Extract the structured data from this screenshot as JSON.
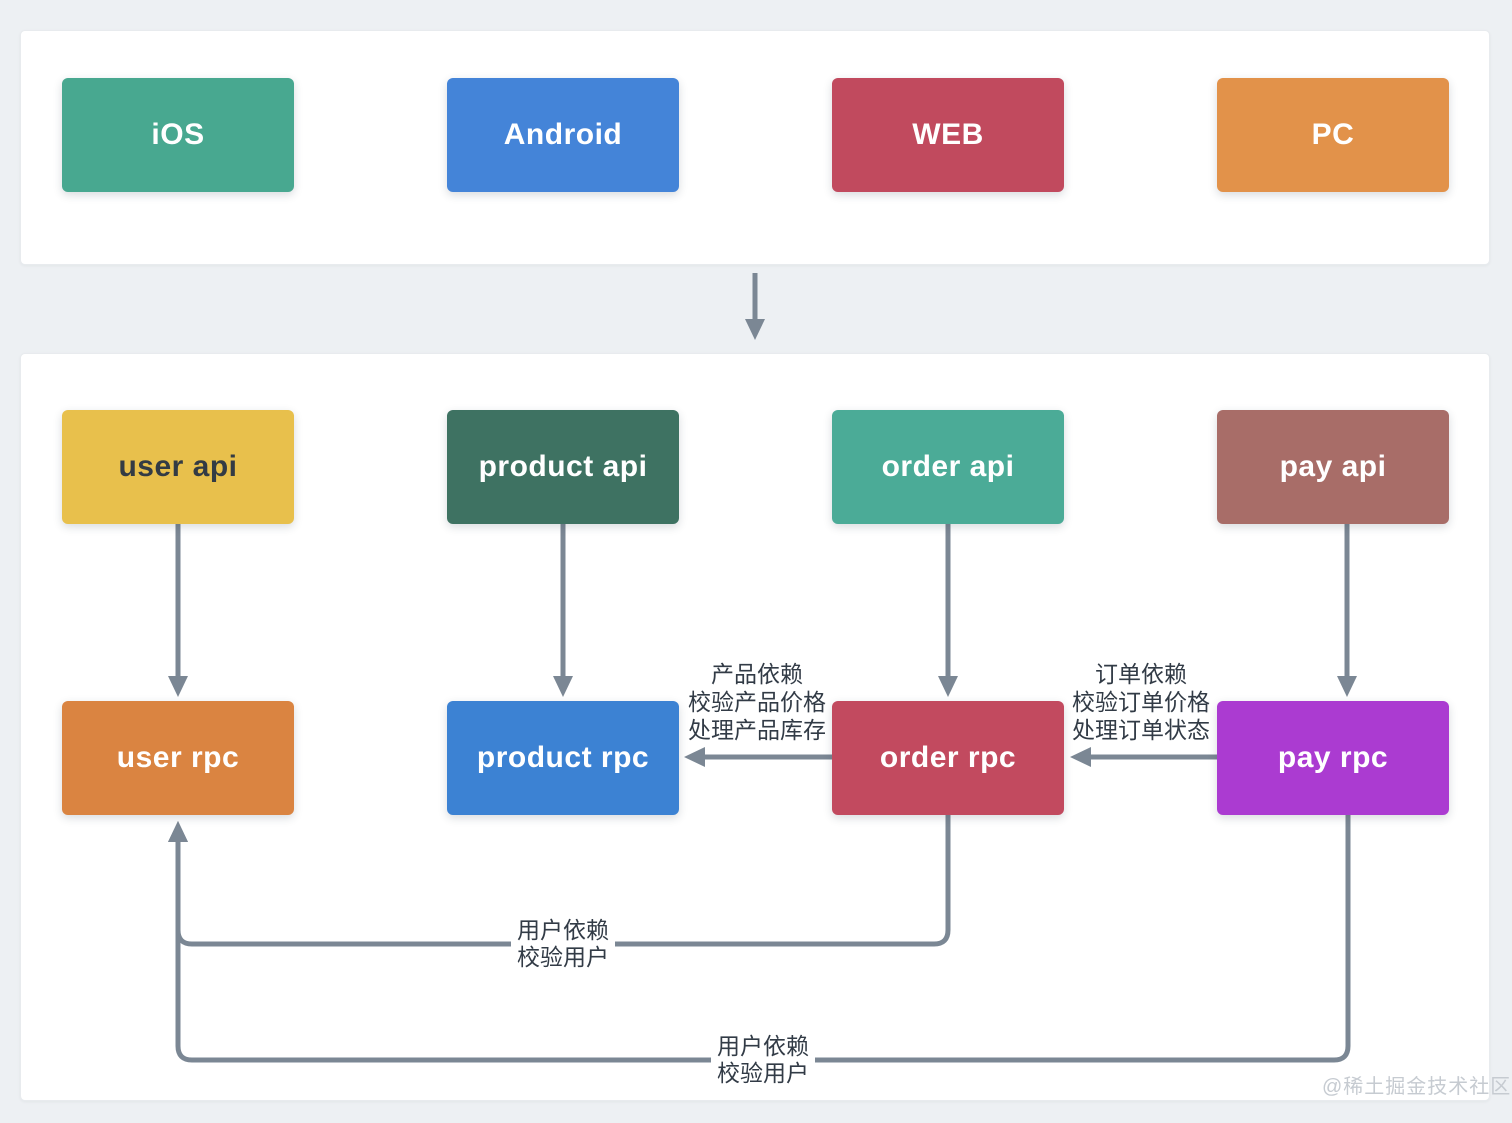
{
  "page": {
    "background_color": "#EDF0F3",
    "line_color": "#7B8794",
    "watermark": "@稀土掘金技术社区"
  },
  "clients_panel": {
    "boxes": [
      {
        "label": "iOS",
        "color": "#48A890",
        "text_color": "#FFFFFF"
      },
      {
        "label": "Android",
        "color": "#4484D8",
        "text_color": "#FFFFFF"
      },
      {
        "label": "WEB",
        "color": "#C14A5E",
        "text_color": "#FFFFFF"
      },
      {
        "label": "PC",
        "color": "#E2924A",
        "text_color": "#FFFFFF"
      }
    ]
  },
  "services_panel": {
    "api_boxes": [
      {
        "label": "user api",
        "color": "#E8C04C",
        "text_color": "#333B44"
      },
      {
        "label": "product api",
        "color": "#3E7262",
        "text_color": "#FFFFFF"
      },
      {
        "label": "order api",
        "color": "#4BAB97",
        "text_color": "#FFFFFF"
      },
      {
        "label": "pay api",
        "color": "#A86D68",
        "text_color": "#FFFFFF"
      }
    ],
    "rpc_boxes": [
      {
        "label": "user rpc",
        "color": "#DA8441",
        "text_color": "#FFFFFF"
      },
      {
        "label": "product rpc",
        "color": "#3C82D3",
        "text_color": "#FFFFFF"
      },
      {
        "label": "order rpc",
        "color": "#C24A5F",
        "text_color": "#FFFFFF"
      },
      {
        "label": "pay rpc",
        "color": "#AB3BD1",
        "text_color": "#FFFFFF"
      }
    ]
  },
  "edge_labels": {
    "product_dependency": "产品依赖\n校验产品价格\n处理产品库存",
    "order_dependency": "订单依赖\n校验订单价格\n处理订单状态",
    "user_dependency_from_order": "用户依赖\n校验用户",
    "user_dependency_from_pay": "用户依赖\n校验用户"
  }
}
